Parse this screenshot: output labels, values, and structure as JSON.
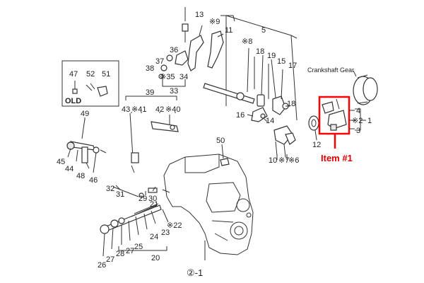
{
  "part_numbers": {
    "p13": "13",
    "p9": "※9",
    "p11": "11",
    "p5": "5",
    "p36": "36",
    "p37": "37",
    "p38": "38",
    "p35": "※35",
    "p34": "34",
    "p33": "33",
    "p8": "※8",
    "p18a": "18",
    "p19": "19",
    "p15": "15",
    "p17": "17",
    "p18b": "18",
    "p16": "16",
    "p14": "14",
    "p47": "47",
    "p52": "52",
    "p51": "51",
    "p39": "39",
    "p43": "43",
    "p41": "※41",
    "p42": "42",
    "p40": "※40",
    "p49": "49",
    "p45": "45",
    "p44": "44",
    "p48": "48",
    "p46": "46",
    "p50": "50",
    "p32": "32",
    "p31": "31",
    "p29": "29",
    "p30": "30",
    "p21": "21",
    "p22": "※22",
    "p23": "23",
    "p24": "24",
    "p25": "25",
    "p27": "27",
    "p28": "28",
    "p26": "26",
    "p20": "20",
    "p10": "10",
    "p7": "※7",
    "p6": "※6",
    "p12": "12",
    "p4": "4",
    "p2": "※2",
    "p3": "3",
    "p1": "1"
  },
  "labels": {
    "old": "OLD",
    "crankshaft_gear": "Crankshaft Gear",
    "item1": "Item #1",
    "figure_ref": "②-1"
  },
  "colors": {
    "line": "#333333",
    "highlight": "#ff0000",
    "highlight_text": "#e00000"
  }
}
